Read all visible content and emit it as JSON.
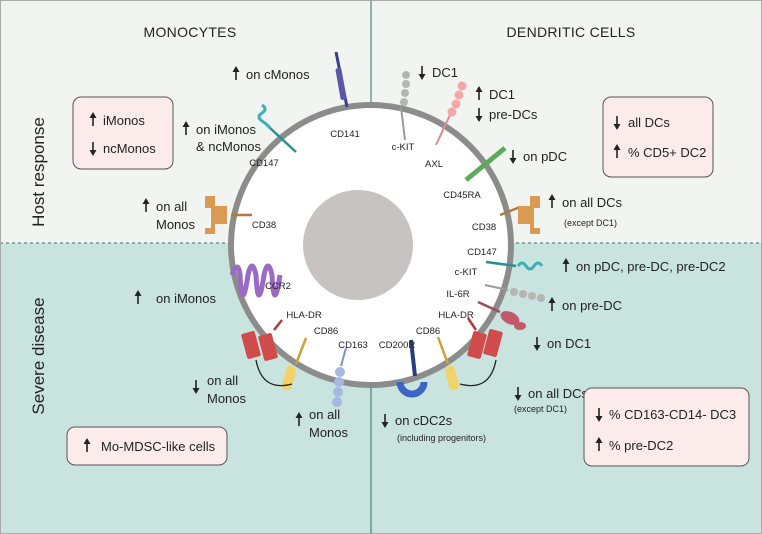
{
  "headers": {
    "left": "MONOCYTES",
    "right": "DENDRITIC CELLS"
  },
  "side_labels": {
    "top": "Host response",
    "bottom": "Severe disease"
  },
  "colors": {
    "panel_top": "#f1f4f1",
    "panel_bottom": "#c9e4df",
    "divider": "#2f6b6b",
    "membrane": "#8c8c8c",
    "nucleus": "#c7c3c3",
    "box_fill": "#fbeceb"
  },
  "boxes": {
    "host_mono": [
      "iMonos",
      "ncMonos"
    ],
    "host_dc": [
      "all DCs",
      "% CD5+ DC2"
    ],
    "severe_mono": [
      "Mo-MDSC-like cells"
    ],
    "severe_dc": [
      "% CD163-CD14- DC3",
      "% pre-DC2"
    ]
  },
  "markers": {
    "cd141": "CD141",
    "cd147_top": "CD147",
    "ckit_top": "c-KIT",
    "axl": "AXL",
    "cd45ra": "CD45RA",
    "cd38_left": "CD38",
    "cd38_right": "CD38",
    "ccr2": "CCR2",
    "hladr_left": "HLA-DR",
    "cd86_left": "CD86",
    "cd163": "CD163",
    "cd200r": "CD200R",
    "cd86_right": "CD86",
    "hladr_right": "HLA-DR",
    "il6r": "IL-6R",
    "ckit_bottom": "c-KIT",
    "cd147_bottom": "CD147"
  },
  "annotations": {
    "on_cmonos": "on cMonos",
    "on_imonos_nc_1": "on iMonos",
    "on_imonos_nc_2": "& ncMonos",
    "on_all_monos_host_1": "on all",
    "on_all_monos_host_2": "Monos",
    "dc1": "DC1",
    "dc1_up": "DC1",
    "pre_dcs": "pre-DCs",
    "on_pdc": "on pDC",
    "on_all_dcs_host": "on all DCs",
    "except_dc1_host": "(except DC1)",
    "on_pdc_predc": "on pDC, pre-DC, pre-DC2",
    "on_predc": "on pre-DC",
    "on_dc1": "on DC1",
    "on_imonos": "on iMonos",
    "on_all_monos_hla_1": "on all",
    "on_all_monos_hla_2": "Monos",
    "on_all_monos_163_1": "on all",
    "on_all_monos_163_2": "Monos",
    "on_cdc2s": "on cDC2s",
    "incl_progenitors": "(including progenitors)",
    "on_all_dcs_severe": "on all DCs",
    "except_dc1_severe": "(except DC1)"
  }
}
